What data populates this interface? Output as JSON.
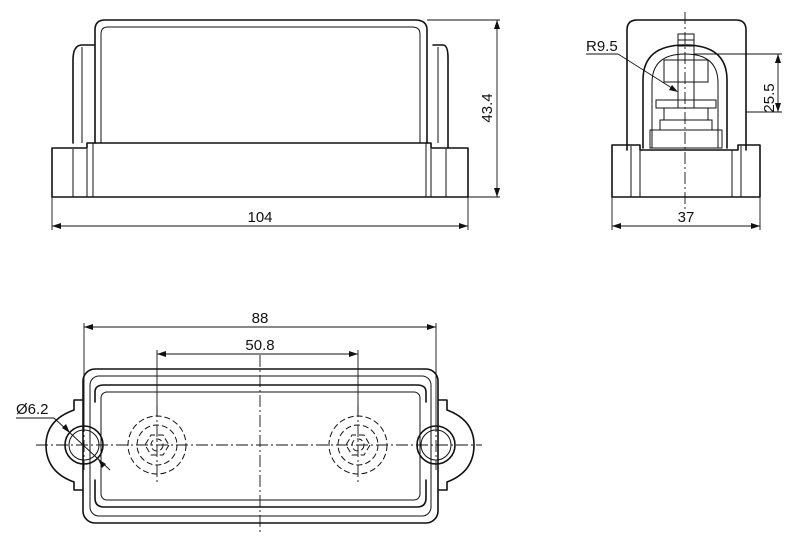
{
  "dimensions": {
    "front_width": "104",
    "front_height": "43.4",
    "side_width": "37",
    "side_height": "25.5",
    "radius": "R9.5",
    "mount_pitch": "88",
    "stud_pitch": "50.8",
    "hole_diameter": "Ø6.2"
  }
}
